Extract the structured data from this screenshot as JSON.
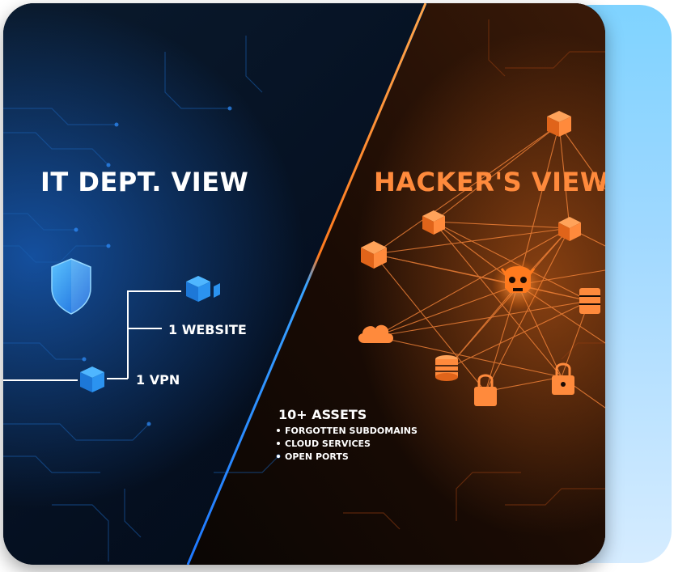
{
  "it_view": {
    "title": "IT DEPT. VIEW",
    "item_website": "1 WEBSITE",
    "item_vpn": "1 VPN",
    "accent_color": "#2f9bff"
  },
  "hacker_view": {
    "title": "HACKER'S VIEW",
    "assets_heading": "10+ ASSETS",
    "bullets": [
      "FORGOTTEN SUBDOMAINS",
      "CLOUD SERVICES",
      "OPEN PORTS"
    ],
    "accent_color": "#ff8a3c"
  },
  "icons": {
    "shield": "shield-icon",
    "website": "website-cube-icon",
    "vpn": "vpn-cube-icon",
    "hub": "skull-icon",
    "cloud": "cloud-icon",
    "database": "database-icon",
    "lock": "lock-icon",
    "box": "box-icon"
  }
}
